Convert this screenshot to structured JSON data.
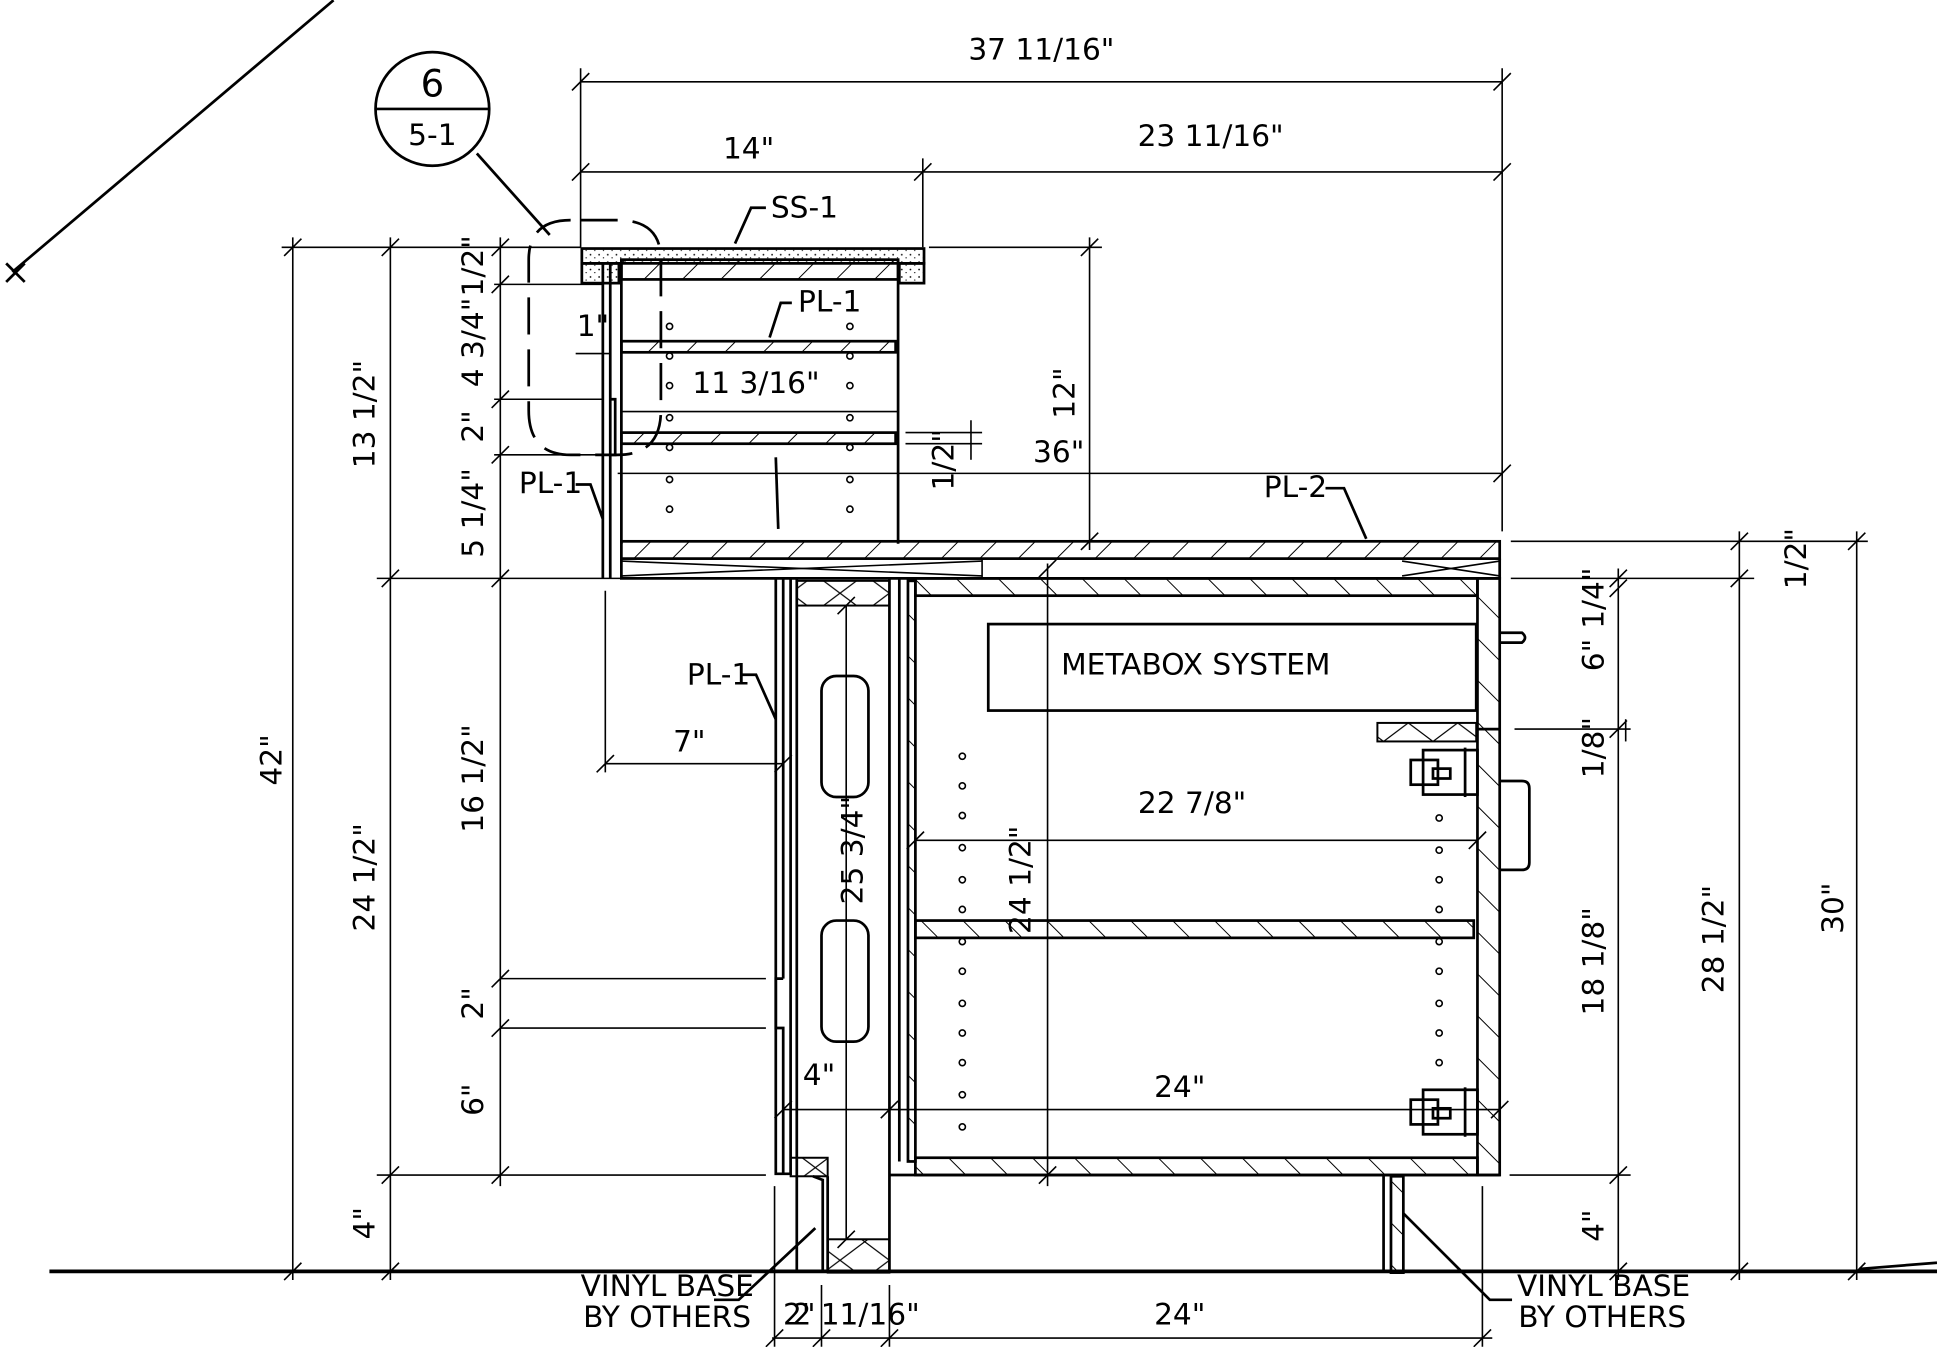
{
  "detail_tag": {
    "number": "6",
    "sheet": "5-1"
  },
  "materials": {
    "countertop": "SS-1",
    "plastic_laminate_1": "PL-1",
    "plastic_laminate_2": "PL-2",
    "drawer_label": "METABOX SYSTEM",
    "vinyl_base_line1": "VINYL BASE",
    "vinyl_base_line2": "BY OTHERS"
  },
  "dimensions": {
    "d_37_11_16": "37 11/16\"",
    "d_14": "14\"",
    "d_23_11_16": "23 11/16\"",
    "d_12": "12\"",
    "d_36": "36\"",
    "d_1_2_top": "1/2\"",
    "d_4_3_4": "4 3/4\"",
    "d_1": "1\"",
    "d_11_3_16": "11 3/16\"",
    "d_2_upper": "2\"",
    "d_1_2_shelf": "1/2\"",
    "d_5_1_4": "5 1/4\"",
    "d_13_1_2": "13 1/2\"",
    "d_42": "42\"",
    "d_24_1_2_left": "24 1/2\"",
    "d_16_1_2": "16 1/2\"",
    "d_7": "7\"",
    "d_2_lower": "2\"",
    "d_6_left": "6\"",
    "d_4_left": "4\"",
    "d_25_3_4": "25 3/4\"",
    "d_24_1_2_inner": "24 1/2\"",
    "d_22_7_8": "22 7/8\"",
    "d_4_inner": "4\"",
    "d_24_inner": "24\"",
    "d_1_2_right": "1/2\"",
    "d_1_4": "1/4\"",
    "d_6_right": "6\"",
    "d_1_8": "1/8\"",
    "d_18_1_8": "18 1/8\"",
    "d_4_right": "4\"",
    "d_28_1_2": "28 1/2\"",
    "d_30": "30\"",
    "d_2_bottom": "2\"",
    "d_2_11_16": "2 11/16\"",
    "d_24_bottom": "24\""
  }
}
